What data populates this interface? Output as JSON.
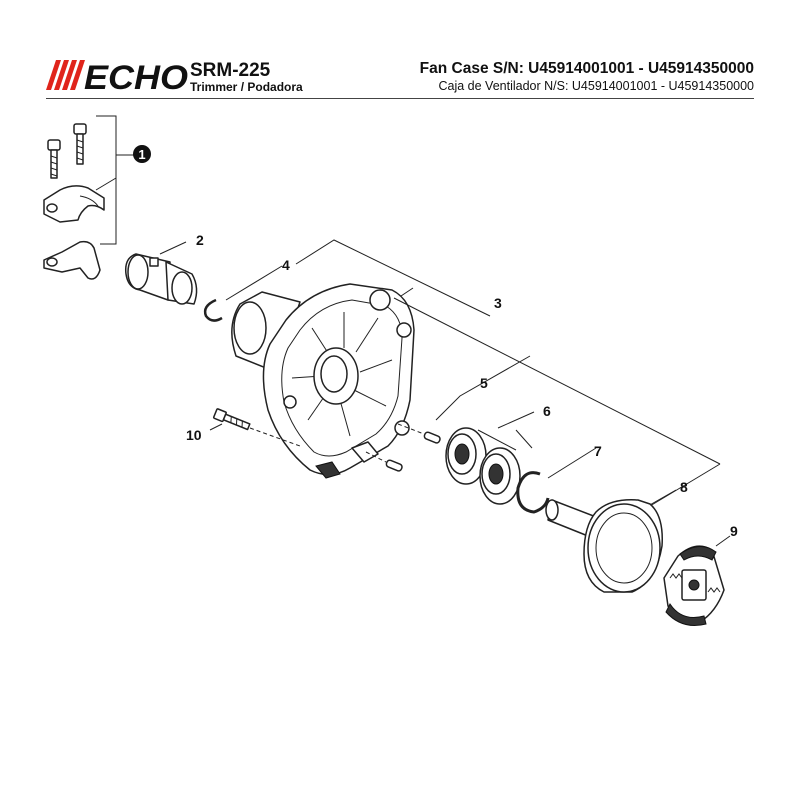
{
  "header": {
    "brand": "ECHO",
    "model": "SRM-225",
    "product": "Trimmer / Podadora",
    "title": "Fan Case S/N: U45914001001 - U45914350000",
    "subtitle": "Caja de Ventilador N/S: U45914001001 - U45914350000"
  },
  "callouts": [
    {
      "ref": "1",
      "label": "1"
    },
    {
      "ref": "2",
      "label": "2"
    },
    {
      "ref": "3",
      "label": "3"
    },
    {
      "ref": "4",
      "label": "4"
    },
    {
      "ref": "5",
      "label": "5"
    },
    {
      "ref": "6",
      "label": "6"
    },
    {
      "ref": "7",
      "label": "7"
    },
    {
      "ref": "8",
      "label": "8"
    },
    {
      "ref": "9",
      "label": "9"
    },
    {
      "ref": "10",
      "label": "10"
    }
  ],
  "colors": {
    "brand_red": "#e0241b",
    "ink": "#222222",
    "background": "#ffffff"
  }
}
